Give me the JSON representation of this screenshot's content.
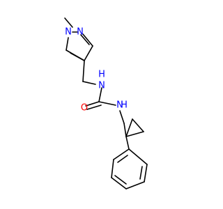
{
  "molecule": {
    "atoms": {
      "methyl": {
        "label": ""
      },
      "n1": {
        "label": "N"
      },
      "n2": {
        "label": "N"
      },
      "nh1": {
        "label": "N"
      },
      "nh1_h": {
        "label": "H"
      },
      "o": {
        "label": "O"
      },
      "nh2": {
        "label": "N"
      },
      "nh2_h": {
        "label": "H"
      }
    },
    "colors": {
      "bond": "#000000",
      "nitrogen": "#0000ff",
      "oxygen": "#ff0000"
    }
  }
}
